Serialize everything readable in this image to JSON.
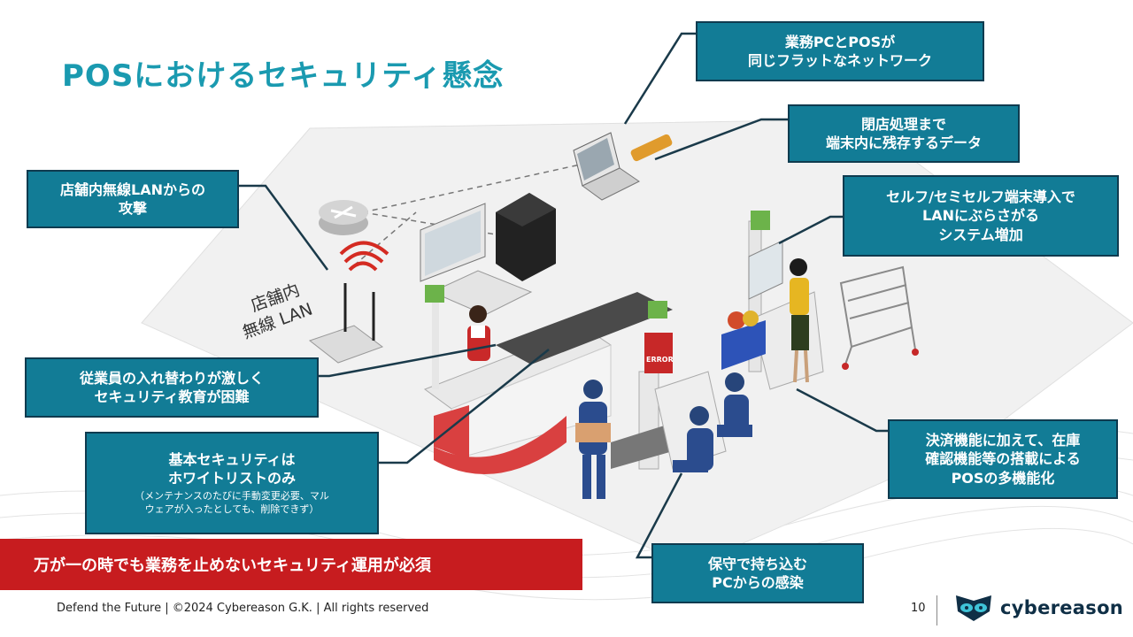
{
  "slide": {
    "title": "POSにおけるセキュリティ懸念",
    "page_number": "10"
  },
  "callouts": {
    "network": {
      "line1": "業務PCとPOSが",
      "line2": "同じフラットなネットワーク"
    },
    "closing_data": {
      "line1": "閉店処理まで",
      "line2": "端末内に残存するデータ"
    },
    "wireless_attack": {
      "line1": "店舗内無線LANからの",
      "line2": "攻撃"
    },
    "self_checkout": {
      "line1": "セルフ/セミセルフ端末導入で",
      "line2": "LANにぶらさがる",
      "line3": "システム増加"
    },
    "staff_turnover": {
      "line1": "従業員の入れ替わりが激しく",
      "line2": "セキュリティ教育が困難"
    },
    "whitelist": {
      "line1": "基本セキュリティは",
      "line2": "ホワイトリストのみ",
      "note1": "（メンテナンスのたびに手動変更必要、マル",
      "note2": "ウェアが入ったとしても、削除できず）"
    },
    "multifunction": {
      "line1": "決済機能に加えて、在庫",
      "line2": "確認機能等の搭載による",
      "line3": "POSの多機能化"
    },
    "maintenance_pc": {
      "line1": "保守で持ち込む",
      "line2": "PCからの感染"
    }
  },
  "illustration": {
    "floor_label_1": "店舗内",
    "floor_label_2": "無線 LAN",
    "kiosk_sign": "ERROR"
  },
  "banner": {
    "text": "万が一の時でも業務を止めないセキュリティ運用が必須"
  },
  "footer": {
    "copyright": "Defend the Future | ©2024 Cybereason G.K. | All rights reserved"
  },
  "logo": {
    "text": "cybereason"
  },
  "colors": {
    "title": "#1a9ab0",
    "callout_bg": "#127c96",
    "callout_border": "#0f3b4f",
    "banner": "#c71c1f",
    "logo": "#0f2f46"
  }
}
